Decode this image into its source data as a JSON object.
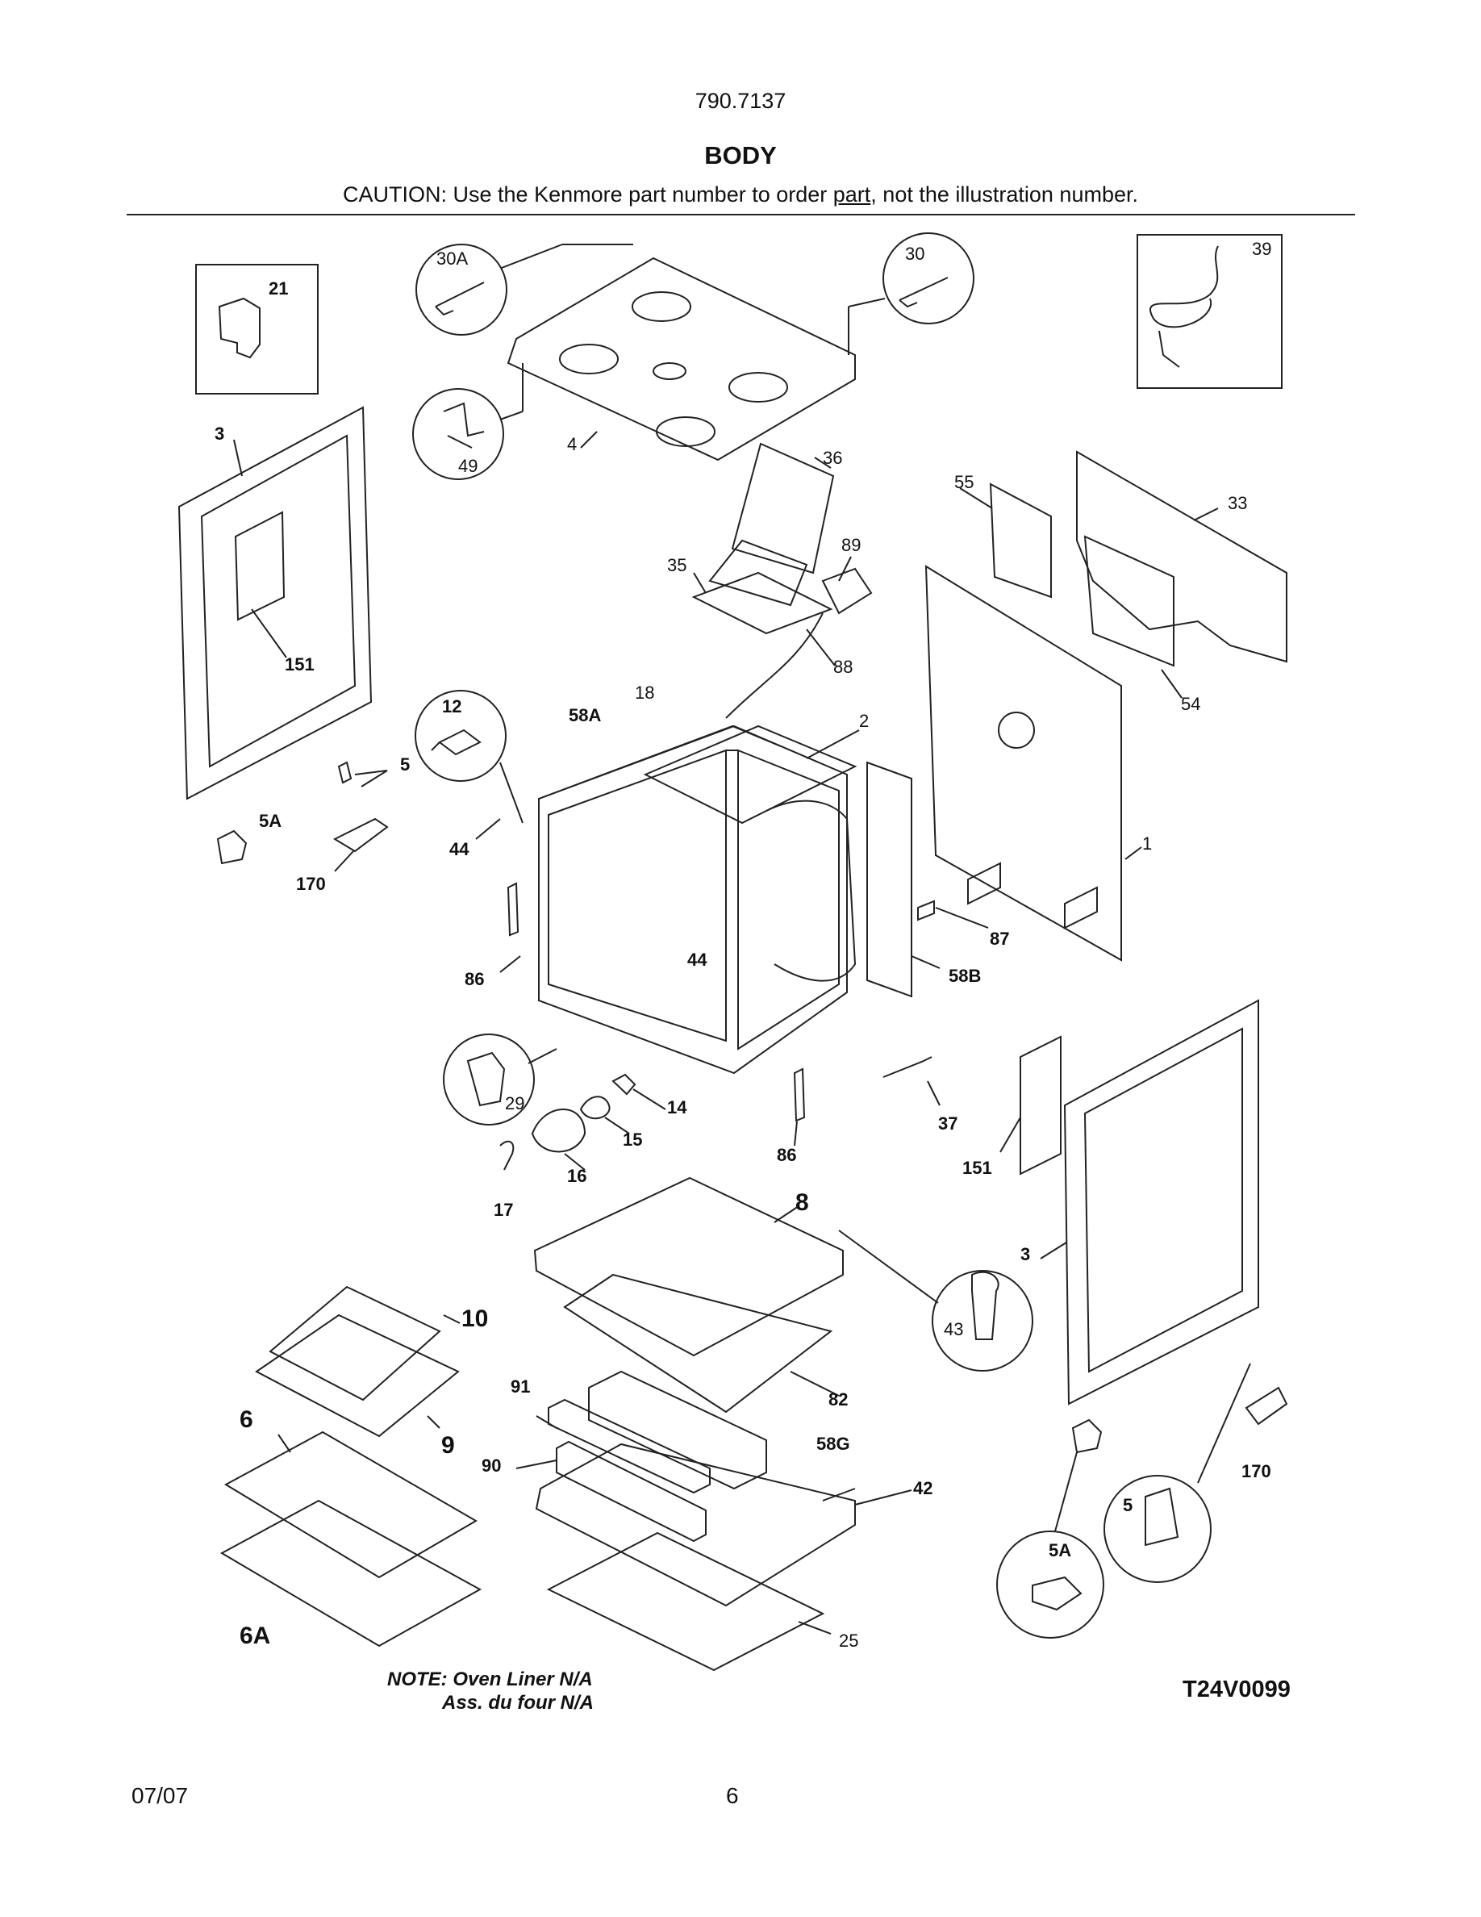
{
  "header": {
    "model_number": "790.7137",
    "section_title": "BODY",
    "caution_prefix": "CAUTION: Use the Kenmore part number to order ",
    "caution_underlined": "part",
    "caution_suffix": ", not the illustration number."
  },
  "callouts": {
    "c21": "21",
    "c30A": "30A",
    "c30": "30",
    "c39": "39",
    "c3a": "3",
    "c4": "4",
    "c49": "49",
    "c36": "36",
    "c55": "55",
    "c33": "33",
    "c35": "35",
    "c89": "89",
    "c151a": "151",
    "c88": "88",
    "c12": "12",
    "c58A": "58A",
    "c18": "18",
    "c2": "2",
    "c54": "54",
    "c5a": "5",
    "c5Aa": "5A",
    "c44a": "44",
    "c170a": "170",
    "c1": "1",
    "c86a": "86",
    "c44b": "44",
    "c87": "87",
    "c58B": "58B",
    "c29": "29",
    "c14": "14",
    "c15": "15",
    "c86b": "86",
    "c37": "37",
    "c151b": "151",
    "c16": "16",
    "c17": "17",
    "c8": "8",
    "c3b": "3",
    "c43": "43",
    "c10": "10",
    "c91": "91",
    "c82": "82",
    "c6": "6",
    "c9": "9",
    "c58G": "58G",
    "c90": "90",
    "c42": "42",
    "c170b": "170",
    "c5b": "5",
    "c5Ab": "5A",
    "c6A": "6A",
    "c25": "25"
  },
  "footer": {
    "note_line1": "NOTE: Oven Liner N/A",
    "note_line2": "Ass. du four N/A",
    "figure_id": "T24V0099",
    "date": "07/07",
    "page_number": "6"
  }
}
